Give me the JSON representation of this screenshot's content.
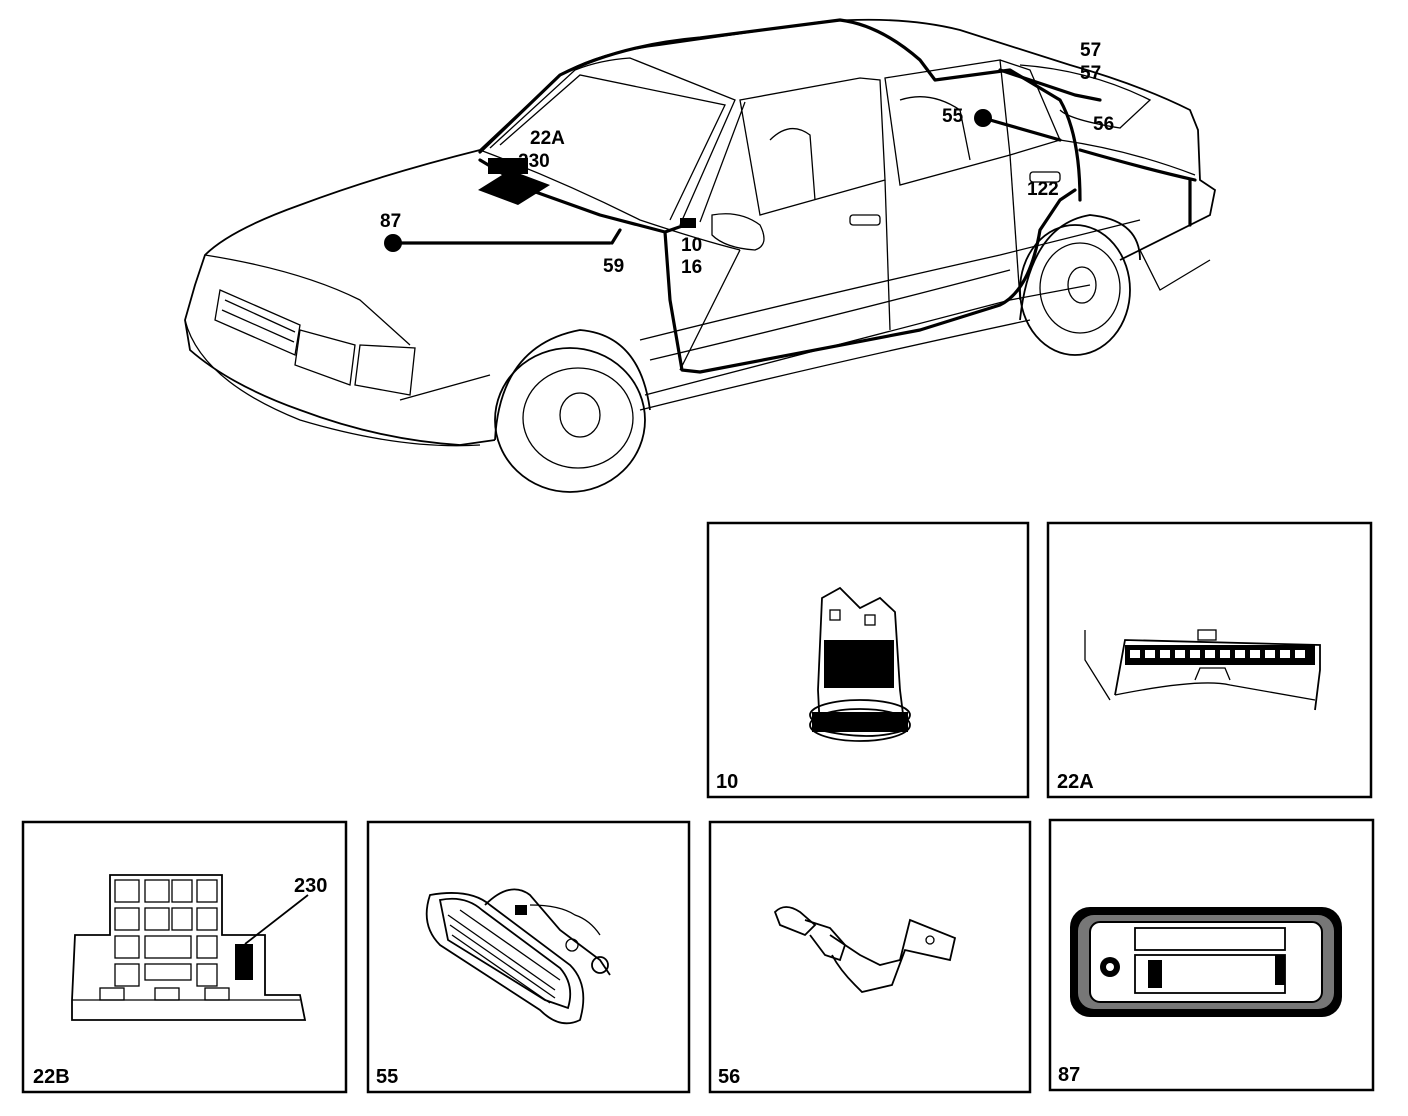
{
  "car_callouts": {
    "c22A": "22A",
    "c230": "230",
    "c87": "87",
    "c59": "59",
    "c10": "10",
    "c16": "16",
    "c55": "55",
    "c57a": "57",
    "c57b": "57",
    "c56": "56",
    "c122": "122"
  },
  "panels": {
    "p10": "10",
    "p22A": "22A",
    "p22B": "22B",
    "p22B_callout": "230",
    "p55": "55",
    "p56": "56",
    "p87": "87"
  }
}
